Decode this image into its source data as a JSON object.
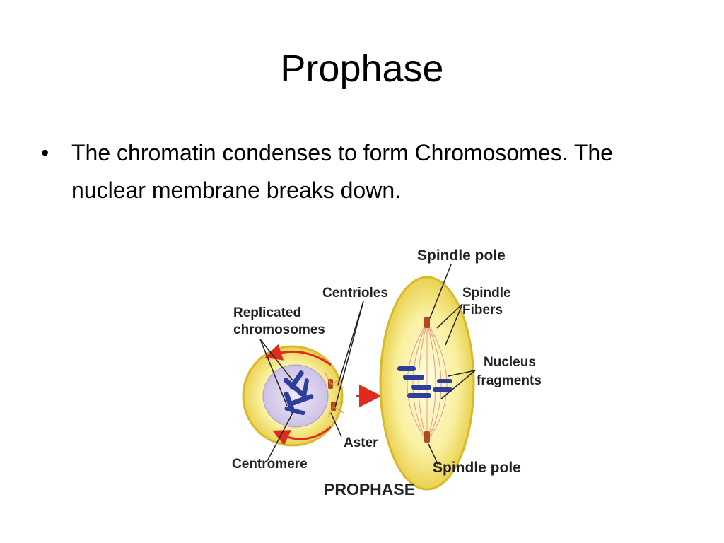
{
  "slide": {
    "title": "Prophase",
    "bullet_symbol": "•",
    "bullet_text": "The chromatin condenses to form Chromosomes.  The nuclear membrane breaks down."
  },
  "diagram": {
    "labels": {
      "spindle_pole_top": "Spindle pole",
      "centrioles": "Centrioles",
      "spindle_fibers_line1": "Spindle",
      "spindle_fibers_line2": "Fibers",
      "replicated_line1": "Replicated",
      "replicated_line2": "chromosomes",
      "nucleus_line1": "Nucleus",
      "nucleus_line2": "fragments",
      "aster": "Aster",
      "centromere": "Centromere",
      "spindle_pole_bottom": "Spindle pole",
      "caption": "PROPHASE"
    },
    "colors": {
      "cell_fill": "#f7ec8c",
      "cell_edge": "#d8b92a",
      "nucleus": "#d7cdea",
      "chromosome": "#2d3f9e",
      "arrow": "#e02a1e",
      "fiber": "#e49a8a",
      "centriole": "#b14a1e"
    }
  }
}
